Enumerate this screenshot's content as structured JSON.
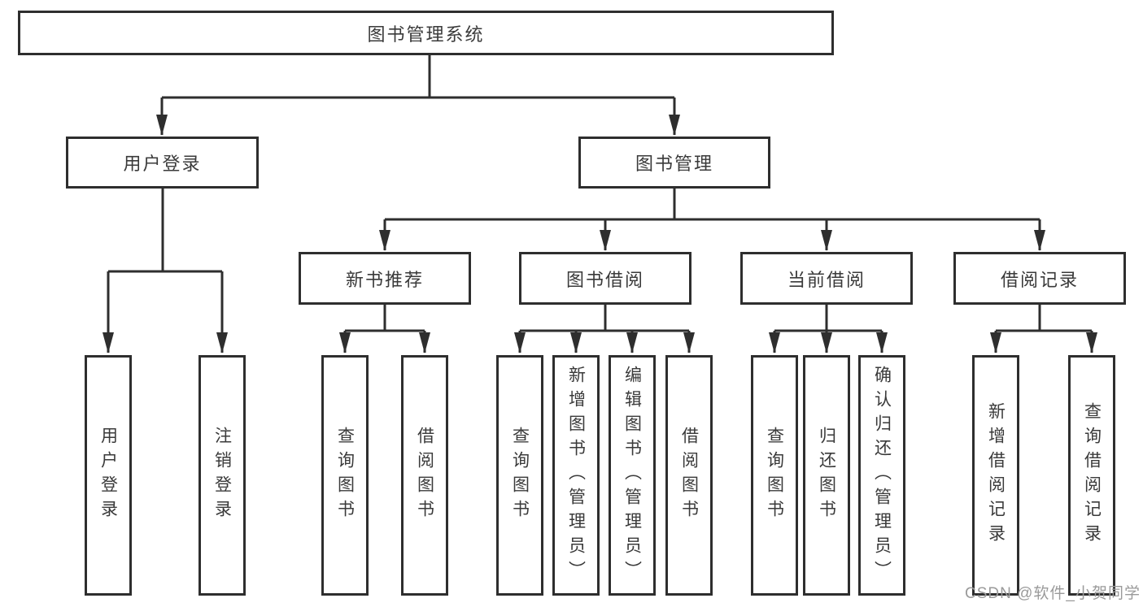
{
  "colors": {
    "line": "#2e2e2e",
    "box_border": "#2e2e2e",
    "text": "#3a3a3a",
    "watermark": "#9a9a9a",
    "background": "#ffffff"
  },
  "tree": {
    "root": "图书管理系统",
    "level2": {
      "user_login": "用户登录",
      "book_management": "图书管理"
    },
    "level3": {
      "new_book_recommend": "新书推荐",
      "book_borrowing": "图书借阅",
      "current_borrowing": "当前借阅",
      "borrowing_records": "借阅记录"
    },
    "leaves": {
      "user_login": "用户登录",
      "logout_login": "注销登录",
      "recommend_query_books": "查询图书",
      "recommend_borrow_books": "借阅图书",
      "borrowing_query_books": "查询图书",
      "borrowing_add_books": "新增图书（管理员）",
      "borrowing_edit_books": "编辑图书（管理员）",
      "borrowing_borrow_books": "借阅图书",
      "current_query_books": "查询图书",
      "current_return_books": "归还图书",
      "current_confirm_return": "确认归还（管理员）",
      "records_add_record": "新增借阅记录",
      "records_query_record": "查询借阅记录"
    }
  },
  "watermark": "CSDN @软件_小贺同学"
}
